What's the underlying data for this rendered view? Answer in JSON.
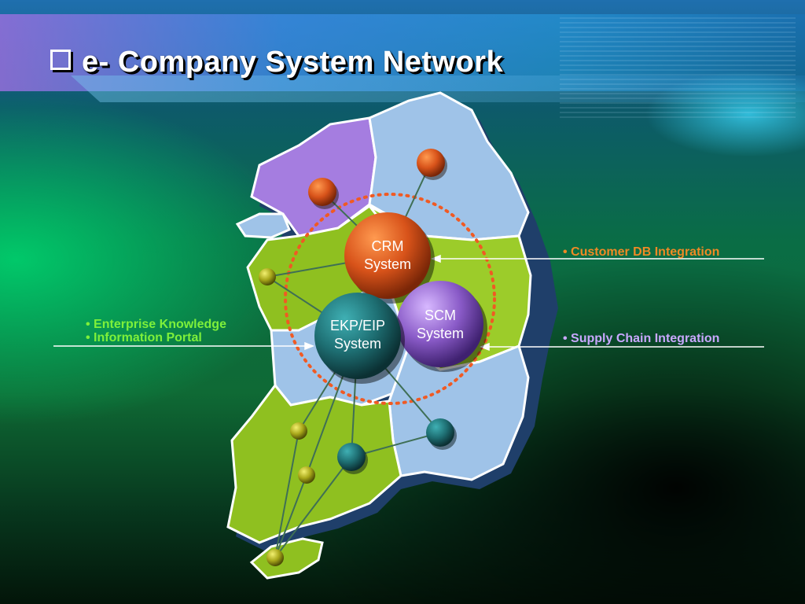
{
  "slide": {
    "title": "e- Company System Network"
  },
  "nodes": {
    "crm": {
      "line1": "CRM",
      "line2": "System"
    },
    "scm": {
      "line1": "SCM",
      "line2": "System"
    },
    "ekp": {
      "line1": "EKP/EIP",
      "line2": "System"
    }
  },
  "callouts": {
    "customer_db": "• Customer DB Integration",
    "supply_chain": "• Supply Chain Integration",
    "enterprise_knowledge": "• Enterprise Knowledge",
    "information_portal": "• Information Portal"
  },
  "colors": {
    "crm": "#d4531a",
    "scm": "#8a5bc8",
    "ekp": "#1e6f73",
    "customer_db_text": "#f08a24",
    "supply_chain_text": "#c9a8ff",
    "enterprise_text": "#7ef03a",
    "ring": "#f05a23"
  },
  "icons": {
    "title_bullet": "checkbox-square-icon"
  }
}
